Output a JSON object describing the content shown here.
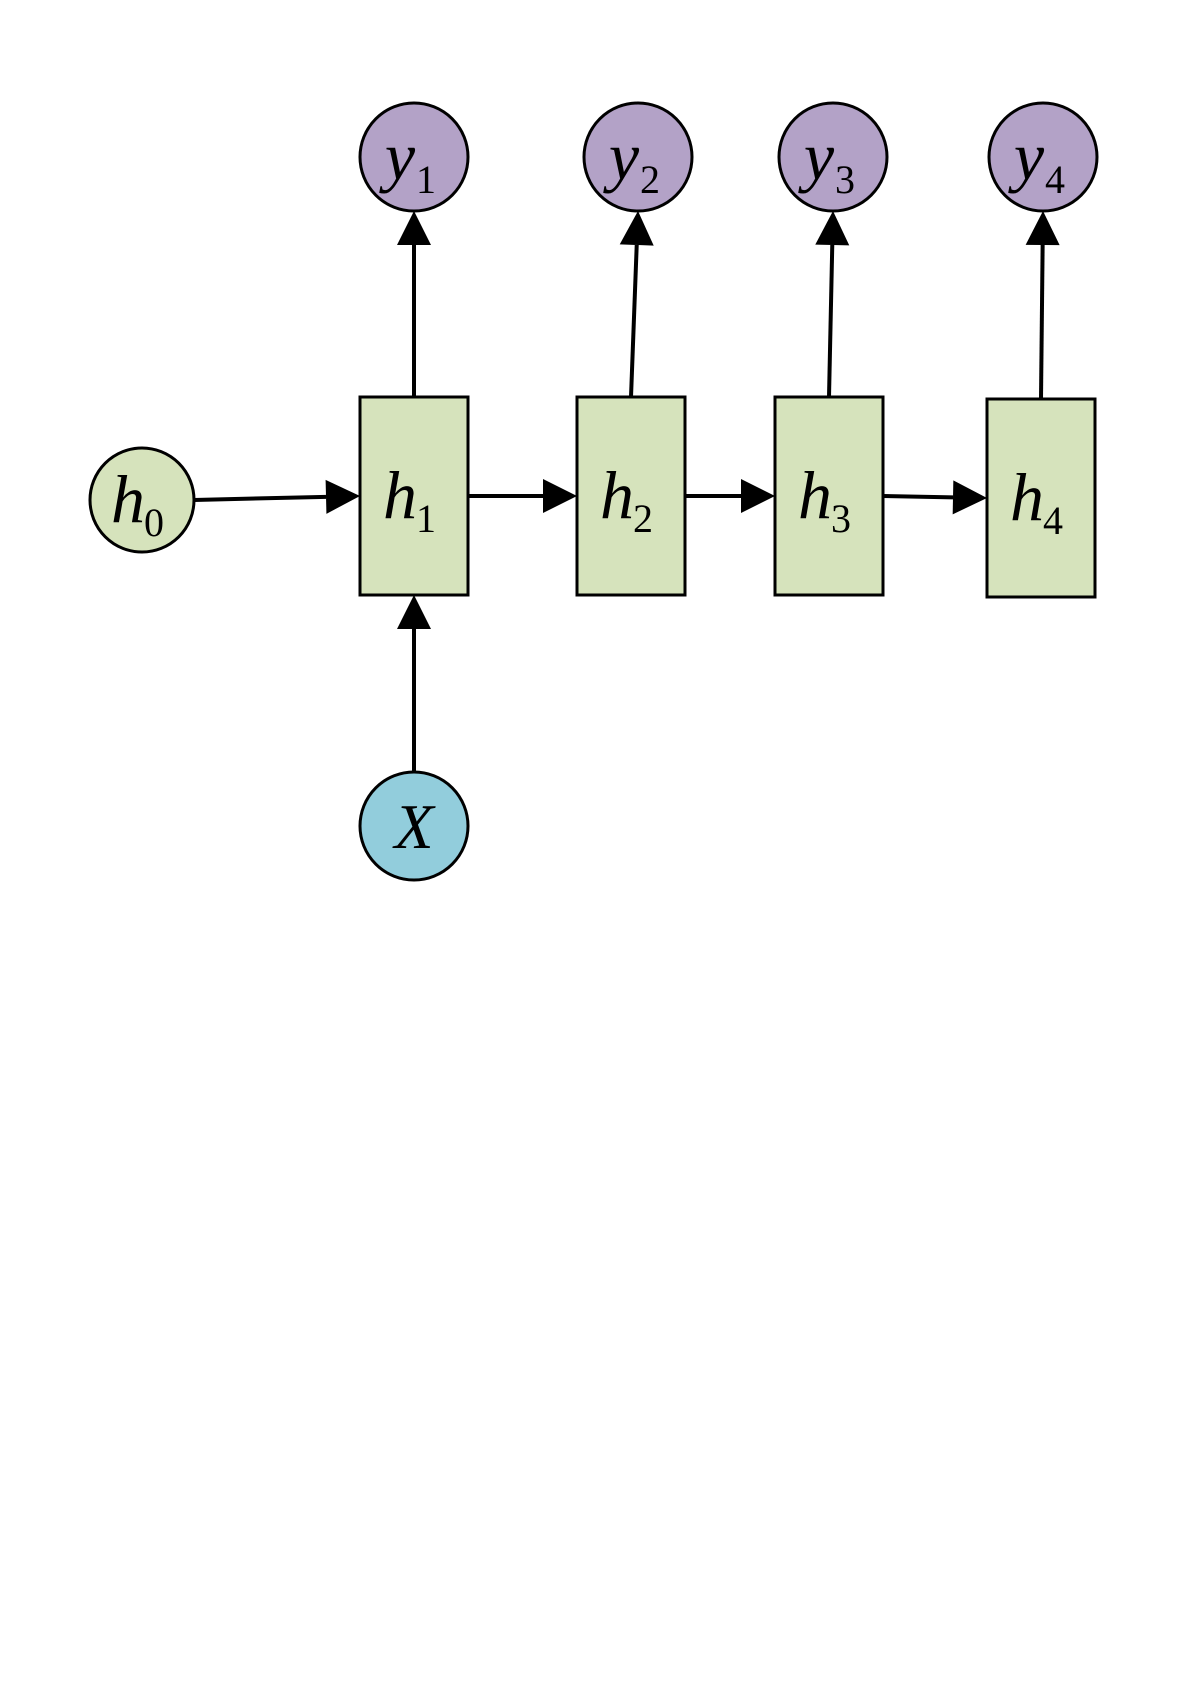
{
  "colors": {
    "hidden_fill": "#d6e3bc",
    "output_fill": "#b3a2c7",
    "input_fill": "#92cddc",
    "stroke": "#000000"
  },
  "nodes": [
    {
      "id": "h0",
      "kind": "initial-state",
      "shape": "circle",
      "main": "h",
      "sub": "0"
    },
    {
      "id": "h1",
      "kind": "hidden-state",
      "shape": "rect",
      "main": "h",
      "sub": "1"
    },
    {
      "id": "h2",
      "kind": "hidden-state",
      "shape": "rect",
      "main": "h",
      "sub": "2"
    },
    {
      "id": "h3",
      "kind": "hidden-state",
      "shape": "rect",
      "main": "h",
      "sub": "3"
    },
    {
      "id": "h4",
      "kind": "hidden-state",
      "shape": "rect",
      "main": "h",
      "sub": "4"
    },
    {
      "id": "y1",
      "kind": "output",
      "shape": "circle",
      "main": "y",
      "sub": "1"
    },
    {
      "id": "y2",
      "kind": "output",
      "shape": "circle",
      "main": "y",
      "sub": "2"
    },
    {
      "id": "y3",
      "kind": "output",
      "shape": "circle",
      "main": "y",
      "sub": "3"
    },
    {
      "id": "y4",
      "kind": "output",
      "shape": "circle",
      "main": "y",
      "sub": "4"
    },
    {
      "id": "x",
      "kind": "input",
      "shape": "circle",
      "main": "X",
      "sub": ""
    }
  ],
  "edges": [
    {
      "from": "h0",
      "to": "h1"
    },
    {
      "from": "h1",
      "to": "h2"
    },
    {
      "from": "h2",
      "to": "h3"
    },
    {
      "from": "h3",
      "to": "h4"
    },
    {
      "from": "x",
      "to": "h1"
    },
    {
      "from": "h1",
      "to": "y1"
    },
    {
      "from": "h2",
      "to": "y2"
    },
    {
      "from": "h3",
      "to": "y3"
    },
    {
      "from": "h4",
      "to": "y4"
    }
  ]
}
